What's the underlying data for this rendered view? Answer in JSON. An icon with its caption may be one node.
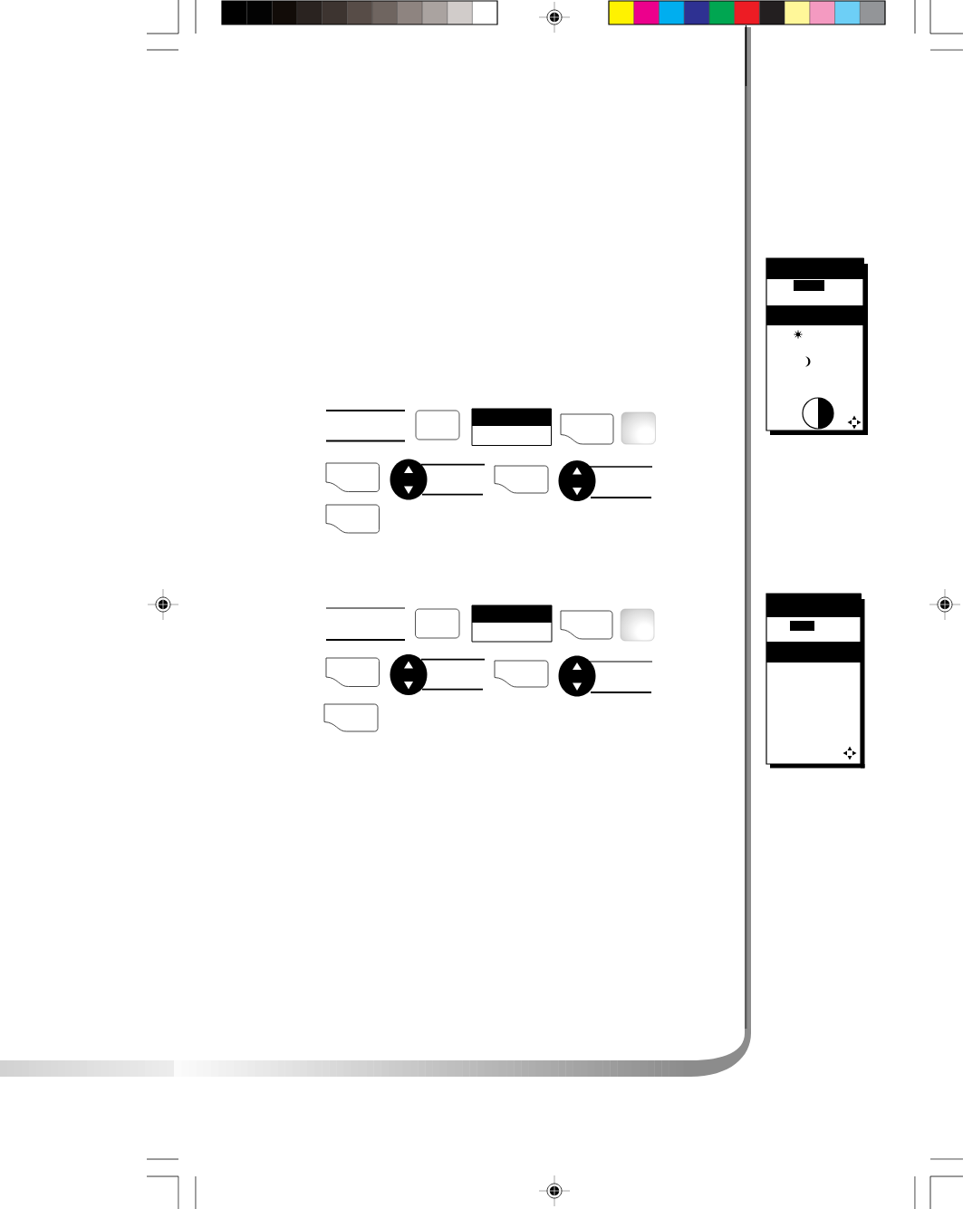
{
  "diagram": {
    "nodes": [
      {
        "text": [],
        "shape": "box"
      },
      {
        "text": [],
        "shape": "box"
      },
      {
        "text": [],
        "shape": "box"
      },
      {
        "text": [],
        "shape": "box"
      },
      {
        "text": [],
        "shape": "box"
      },
      {
        "text": [],
        "shape": "box"
      },
      {
        "text": [],
        "shape": "circle"
      },
      {
        "text": [],
        "shape": "box"
      },
      {
        "text": [],
        "shape": "circle"
      },
      {
        "text": [],
        "shape": "box"
      },
      {
        "text": [],
        "shape": "box"
      },
      {
        "text": [],
        "shape": "box"
      },
      {
        "text": [],
        "shape": "box"
      },
      {
        "text": [],
        "shape": "box"
      },
      {
        "text": [],
        "shape": "box"
      },
      {
        "text": [],
        "shape": "box"
      },
      {
        "text": [],
        "shape": "circle"
      },
      {
        "text": [],
        "shape": "box"
      },
      {
        "text": [],
        "shape": "circle"
      },
      {
        "text": [],
        "shape": "box"
      }
    ]
  }
}
